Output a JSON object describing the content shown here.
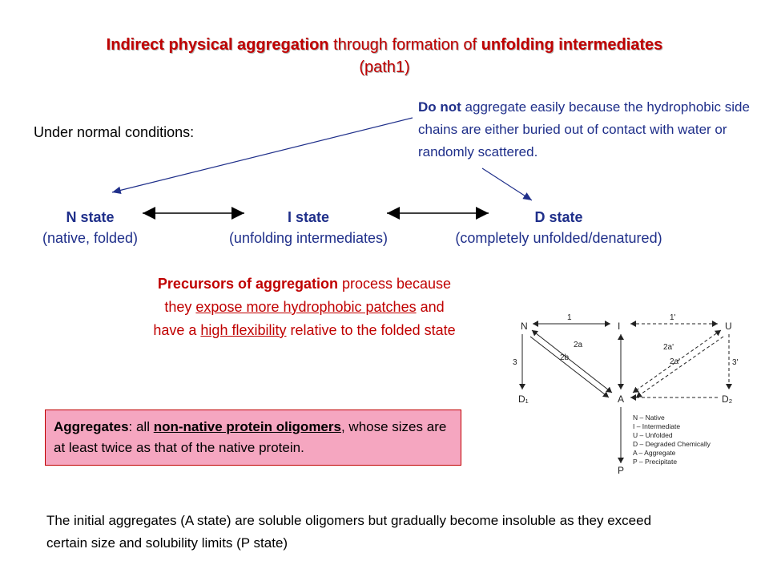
{
  "title": {
    "line1_bold_a": "Indirect physical aggregation",
    "line1_mid": " through formation of ",
    "line1_bold_b": "unfolding intermediates",
    "line2": "(path1)"
  },
  "normal_conditions": "Under normal conditions:",
  "do_not_note": {
    "bold": "Do not",
    "rest": " aggregate easily because the hydrophobic side chains are either buried out of contact with water or randomly scattered."
  },
  "states": {
    "n": {
      "name": "N state",
      "desc": "(native,  folded)"
    },
    "i": {
      "name": "I state",
      "desc": "(unfolding intermediates)"
    },
    "d": {
      "name": "D state",
      "desc": "(completely unfolded/denatured)"
    }
  },
  "precursor": {
    "bold": "Precursors of aggregation",
    "t1": " process because they ",
    "u1": "expose more hydrophobic patches",
    "t2": " and have a ",
    "u2": "high flexibility",
    "t3": " relative to the folded state"
  },
  "aggregates": {
    "bold": "Aggregates",
    "t1": ": all ",
    "u1": "non-native protein oligomers",
    "t2": ", whose sizes are at least twice as that of the native protein."
  },
  "bottom_text": "The initial aggregates (A state) are soluble oligomers but gradually become insoluble as they exceed certain size and solubility limits (P state)",
  "scheme": {
    "nodes": {
      "n": "N",
      "i": "I",
      "u": "U",
      "d1": "D₁",
      "a": "A",
      "d2": "D₂",
      "p": "P"
    },
    "edge_labels": {
      "e1": "1",
      "e1p": "1'",
      "e2a": "2a",
      "e2b": "2b",
      "e2ap": "2a'",
      "e2bp": "2a'",
      "e3": "3",
      "e3p": "3'"
    },
    "legend": [
      "N – Native",
      "I – Intermediate",
      "U – Unfolded",
      "D – Degraded Chemically",
      "A – Aggregate",
      "P – Precipitate"
    ]
  }
}
